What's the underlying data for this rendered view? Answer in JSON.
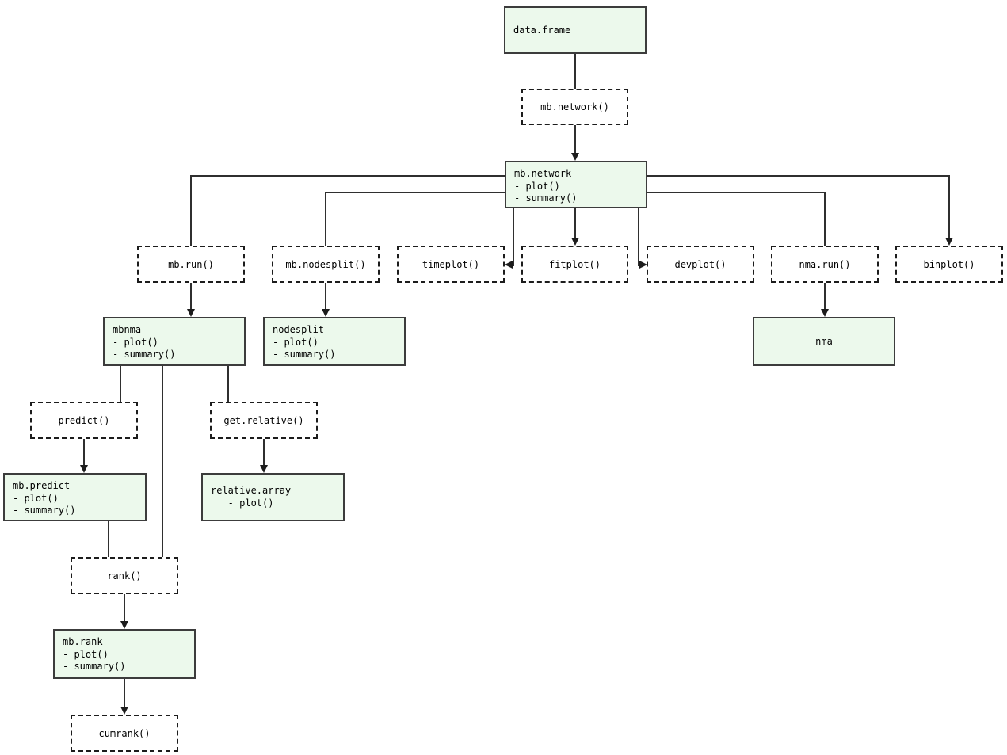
{
  "diagram": {
    "description": "R package workflow flowchart (mb.network / MBNMA functions)",
    "colors": {
      "node_fill": "#ecf9ec",
      "node_border": "#3c3c3c",
      "dashed_border": "#1c1c1c",
      "connector": "#2f2f2f",
      "background": "#ffffff",
      "text": "#000000"
    },
    "nodes": {
      "data_frame": {
        "lines": [
          "data.frame"
        ]
      },
      "mb_network_fn": {
        "label": "mb.network()"
      },
      "mb_network": {
        "lines": [
          "mb.network",
          "- plot()",
          "- summary()"
        ]
      },
      "mb_run_fn": {
        "label": "mb.run()"
      },
      "mb_nodesplit_fn": {
        "label": "mb.nodesplit()"
      },
      "timeplot_fn": {
        "label": "timeplot()"
      },
      "fitplot_fn": {
        "label": "fitplot()"
      },
      "devplot_fn": {
        "label": "devplot()"
      },
      "nma_run_fn": {
        "label": "nma.run()"
      },
      "binplot_fn": {
        "label": "binplot()"
      },
      "mbnma": {
        "lines": [
          "mbnma",
          "- plot()",
          "- summary()"
        ]
      },
      "nodesplit": {
        "lines": [
          "nodesplit",
          "- plot()",
          "- summary()"
        ]
      },
      "nma": {
        "lines": [
          "nma"
        ]
      },
      "predict_fn": {
        "label": "predict()"
      },
      "get_relative_fn": {
        "label": "get.relative()"
      },
      "mb_predict": {
        "lines": [
          "mb.predict",
          "- plot()",
          "- summary()"
        ]
      },
      "relative_array": {
        "lines": [
          "relative.array",
          "- plot()"
        ]
      },
      "rank_fn": {
        "label": "rank()"
      },
      "mb_rank": {
        "lines": [
          "mb.rank",
          "- plot()",
          "- summary()"
        ]
      },
      "cumrank_fn": {
        "label": "cumrank()"
      }
    }
  }
}
